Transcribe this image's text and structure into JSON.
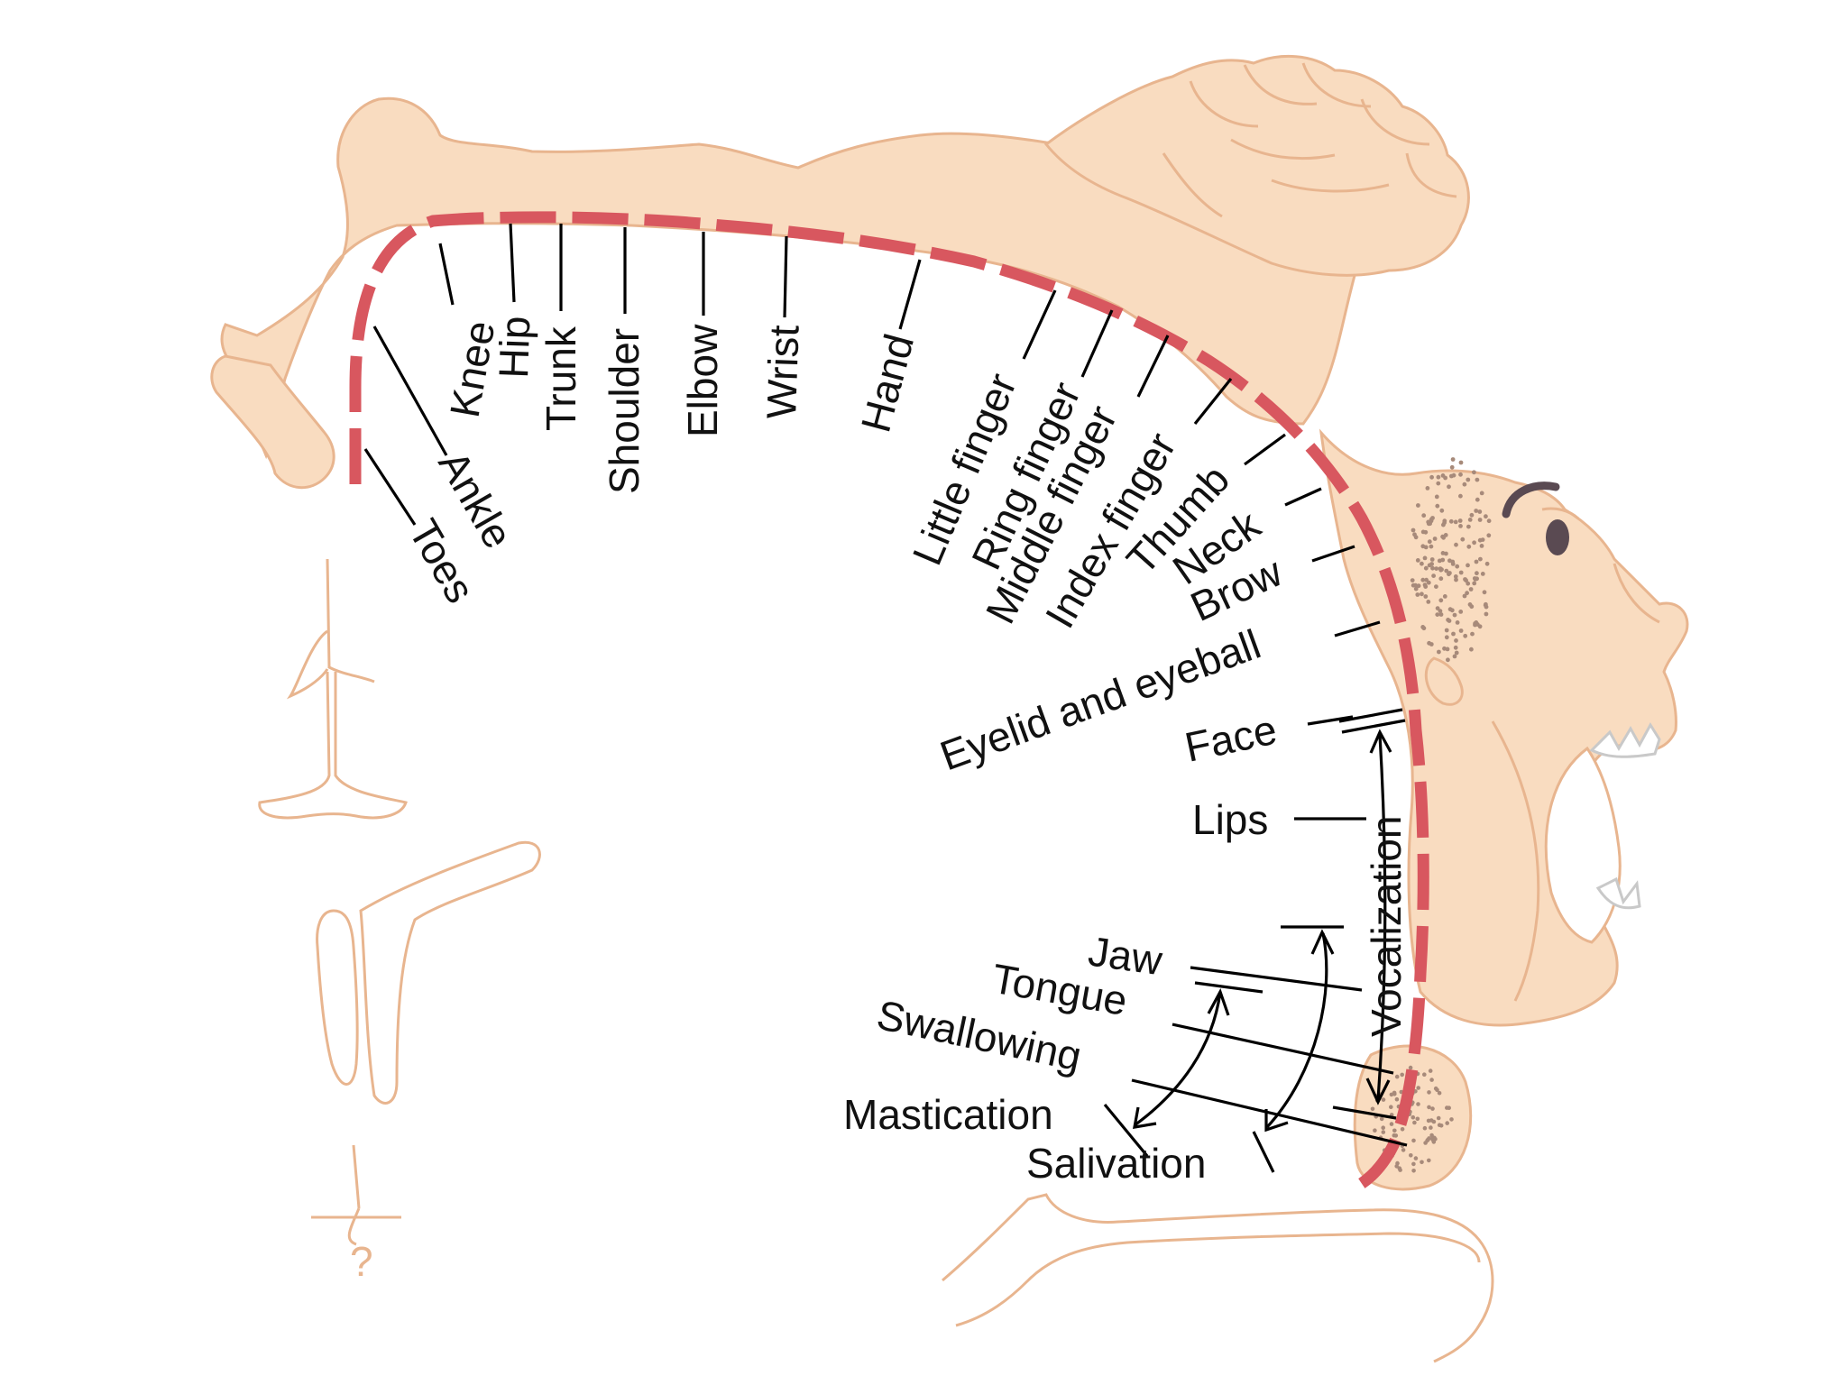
{
  "colors": {
    "body_fill": "#f9dcc0",
    "body_stroke": "#e8b58f",
    "cortex_line": "#d8575f",
    "label_text": "#111111"
  },
  "labels": {
    "toes": "Toes",
    "ankle": "Ankle",
    "knee": "Knee",
    "hip": "Hip",
    "trunk": "Trunk",
    "shoulder": "Shoulder",
    "elbow": "Elbow",
    "wrist": "Wrist",
    "hand": "Hand",
    "little_finger": "Little finger",
    "ring_finger": "Ring finger",
    "middle_finger": "Middle finger",
    "index_finger": "Index finger",
    "thumb": "Thumb",
    "neck": "Neck",
    "brow": "Brow",
    "eyelid_eyeball": "Eyelid and eyeball",
    "face": "Face",
    "lips": "Lips",
    "vocalization": "Vocalization",
    "jaw": "Jaw",
    "tongue": "Tongue",
    "swallowing": "Swallowing",
    "mastication": "Mastication",
    "salivation": "Salivation",
    "question_mark": "?"
  }
}
